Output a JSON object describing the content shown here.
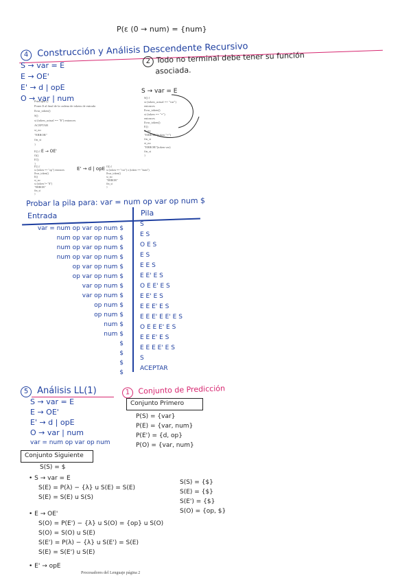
{
  "top_formula": "P(ε (0 → num) = {num}",
  "section4": {
    "number": "4",
    "title": "Construcción y Análisis Descendente Recursivo",
    "grammar": [
      "S → var = E",
      "E → OE'",
      "E' → d | opE",
      "O → var | num"
    ],
    "note_number": "2",
    "note": [
      "Todo no terminal debe tener su función",
      "asociada."
    ],
    "code_arrow_label": "S → var = E",
    "code_left": [
      "Principal ()",
      "  Poner $ al final de la cadena de tokens de entrada",
      "  llvar_token()",
      "  S()",
      "  si (token_actual == \"$\") entonces",
      "     ACEPTAR",
      "  si_no",
      "     \"ERROR\"",
      "  fin_si",
      "}"
    ],
    "code_right": [
      "S() {",
      "  si (token_actual == \"var\")",
      "  entonces",
      "    llvar_token()",
      "    si (token == \"=\")",
      "    entonces",
      "      llvar_token()",
      "      E()",
      "    si_no",
      "      \"ERROR\"(token \"=\")",
      "    fin_si",
      "  si_no",
      "    \"ERROR\"(token var)",
      "  fin_si",
      "}"
    ],
    "code_e_label": "E → OE'",
    "code_e": [
      "E() {",
      "  O()",
      "  E'()",
      "}"
    ],
    "code_ep_label": "E' → d | opE",
    "code_ep": [
      "E'() {",
      "  si (token == \"op\") entonces",
      "    llvar_token()",
      "    E()",
      "  si_no",
      "    si (token != \"$\")",
      "    \"ERROR\"",
      "  fin_si",
      "}"
    ],
    "code_o": [
      "O() {",
      "  si (token == \"var\") o (token == \"num\")",
      "    llvar_token()",
      "  si_no",
      "    \"ERROR\"",
      "  fin_si",
      "}"
    ]
  },
  "stack_test": {
    "title": "Probar la pila para: var = num op var op num $",
    "col_input": "Entrada",
    "col_stack": "Pila",
    "inputs": [
      "var = num op var op num $",
      "num op var op num $",
      "num op var op num $",
      "num op var op num $",
      "op var op num $",
      "op var op num $",
      "var op num $",
      "var op num $",
      "op num $",
      "op num $",
      "num $",
      "num $",
      "$",
      "$",
      "$",
      "$"
    ],
    "stacks": [
      "S",
      "E S",
      "O E S",
      "E S",
      "E E S",
      "E E' E S",
      "O E E' E S",
      "E E' E S",
      "E E E' E S",
      "E E E' E E' E S",
      "O E E E' E S",
      "E E E' E S",
      "E E E E' E S",
      "S",
      "ACEPTAR"
    ]
  },
  "section5": {
    "number": "5",
    "title": "Análisis LL(1)",
    "grammar": [
      "S → var = E",
      "E → OE'",
      "E' → d | opE",
      "O → var | num"
    ],
    "example": "var = num op var op num",
    "pred_number": "1",
    "pred_title": "Conjunto de Predicción",
    "first_title": "Conjunto Primero",
    "first": [
      "P(S) = {var}",
      "P(E) = {var, num}",
      "P(E') = {d, op}",
      "P(O) = {var, num}"
    ],
    "follow_title": "Conjunto Siguiente",
    "follow_init": "S(S) = $",
    "follow_rules": [
      "• S → var = E",
      "S(E) = P(λ) − {λ} u S(E) = S(E)",
      "S(E) = S(E) u S(S)",
      "• E → OE'",
      "S(O) = P(E') − {λ} u S(O) = {op} u S(O)",
      "S(O) = S(O) u S(E)",
      "S(E') = P(λ) − {λ} u S(E') = S(E)",
      "S(E) = S(E') u S(E)",
      "• E' → opE"
    ],
    "follow_results": [
      "S(S) = {$}",
      "S(E) = {$}",
      "S(E') = {$}",
      "S(O) = {op, $}"
    ]
  },
  "footer": "Procesadores del Lenguaje página 2"
}
